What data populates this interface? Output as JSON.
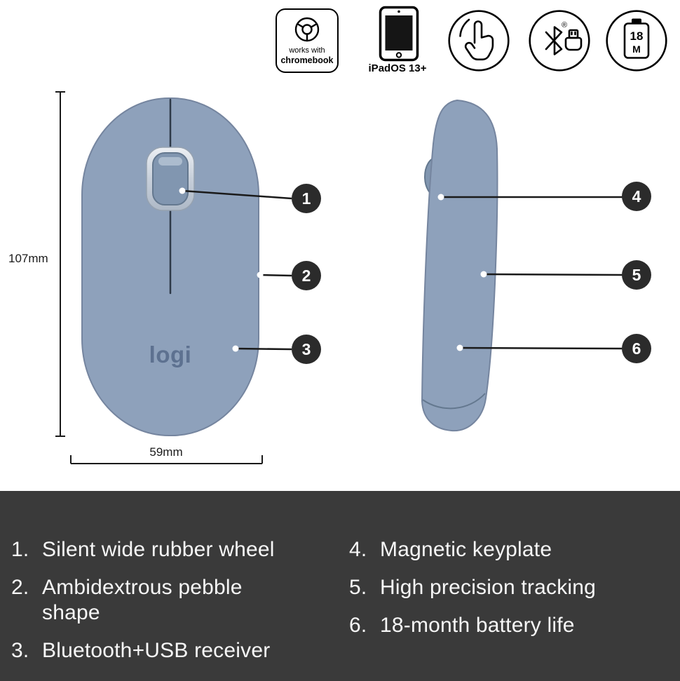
{
  "badges": {
    "chromebook": {
      "line1": "works with",
      "line2": "chromebook"
    },
    "ipad": {
      "label": "iPadOS 13+"
    },
    "battery": {
      "value": "18",
      "unit": "M"
    },
    "reg": "®"
  },
  "dimensions": {
    "height": "107mm",
    "width": "59mm"
  },
  "logo": "logi",
  "callouts": [
    "1",
    "2",
    "3",
    "4",
    "5",
    "6"
  ],
  "features": {
    "left": [
      {
        "num": "1.",
        "text": "Silent wide rubber wheel"
      },
      {
        "num": "2.",
        "text": "Ambidextrous pebble shape"
      },
      {
        "num": "3.",
        "text": "Bluetooth+USB receiver"
      }
    ],
    "right": [
      {
        "num": "4.",
        "text": "Magnetic keyplate"
      },
      {
        "num": "5.",
        "text": "High precision tracking"
      },
      {
        "num": "6.",
        "text": "18-month battery life"
      }
    ]
  },
  "colors": {
    "mouse-body": "#8EA1BB",
    "mouse-stroke": "#75859F",
    "mouse-dark": "#64788F",
    "wheel-inner": "#8196B0",
    "seam": "#2E3A49",
    "panel-bg": "#3A3A3A",
    "callout-bg": "#2B2B2B",
    "text-light": "#F7F7F7",
    "logo": "#5D7190"
  }
}
